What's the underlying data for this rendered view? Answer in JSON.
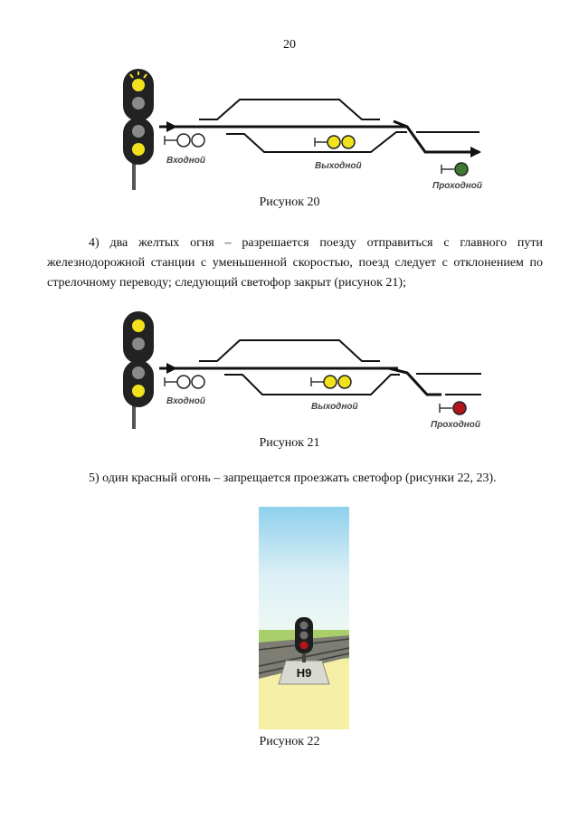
{
  "page_number": "20",
  "figures": [
    {
      "caption": "Рисунок 20",
      "labels": {
        "entry": "Входной",
        "exit": "Выходной",
        "block": "Проходной"
      },
      "entry_signal_lights": [
        "yellow-flashing",
        "off",
        "off",
        "yellow"
      ],
      "exit_signal_lights": [
        "yellow",
        "yellow"
      ],
      "block_signal_light": "green"
    },
    {
      "caption": "Рисунок 21",
      "labels": {
        "entry": "Входной",
        "exit": "Выходной",
        "block": "Проходной"
      },
      "entry_signal_lights": [
        "yellow",
        "off",
        "off",
        "yellow"
      ],
      "exit_signal_lights": [
        "yellow",
        "yellow"
      ],
      "block_signal_light": "red"
    },
    {
      "caption": "Рисунок 22",
      "plate_text": "Н9",
      "signal_lights": [
        "off",
        "off",
        "red"
      ]
    }
  ],
  "paragraphs": [
    "4) два желтых огня – разрешается поезду отправиться с главного пути железнодорожной станции с уменьшенной скоростью, поезд следует с отклонением по стрелочному переводу; следующий светофор закрыт (рисунок 21);",
    "5) один красный огонь – запрещается проезжать светофор (рисунки 22, 23)."
  ],
  "colors": {
    "signal_yellow": "#f2e21e",
    "signal_off": "#8a8a8a",
    "signal_green": "#3f7a34",
    "signal_red": "#b3171d",
    "sky": "#bfe2f0",
    "ground": "#f6f0a6",
    "grass": "#a9cf6b"
  }
}
